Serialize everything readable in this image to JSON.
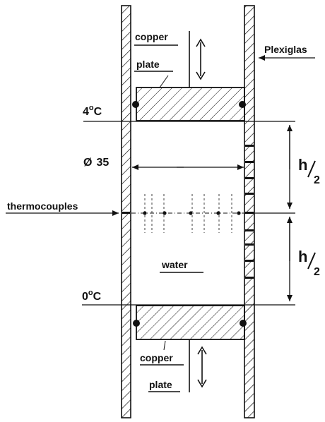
{
  "labels": {
    "copper_top_1": "copper",
    "copper_top_2": "plate",
    "plexiglas": "Plexiglas",
    "temp_top": "4",
    "temp_top_unit": "C",
    "temp_bottom": "0",
    "temp_bottom_unit": "C",
    "diameter_symbol": "Ø",
    "diameter_value": "35",
    "thermocouples": "thermocouples",
    "water": "water",
    "copper_bottom_1": "copper",
    "copper_bottom_2": "plate",
    "h_over_2_top_num": "h",
    "h_over_2_top_den": "2",
    "h_over_2_bot_num": "h",
    "h_over_2_bot_den": "2"
  },
  "colors": {
    "ink": "#111111",
    "background": "#ffffff"
  }
}
